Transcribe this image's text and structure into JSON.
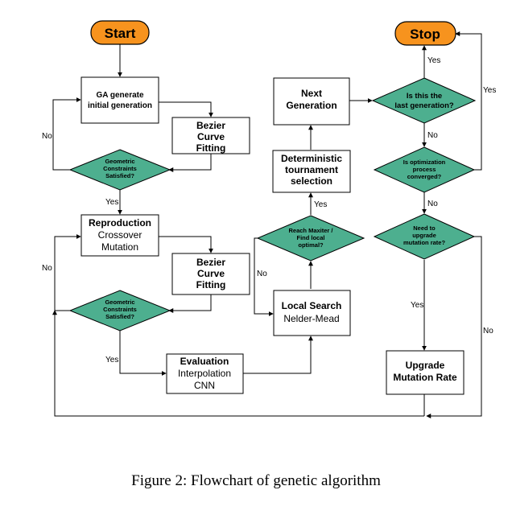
{
  "nodes": {
    "start": "Start",
    "stop": "Stop",
    "ga_generate": [
      "GA generate",
      "initial generation"
    ],
    "bezier_1": [
      "Bezier",
      "Curve",
      "Fitting"
    ],
    "geometric_1": [
      "Geometric",
      "Constraints",
      "Satisfied?"
    ],
    "reproduction": [
      "Reproduction",
      "Crossover",
      "Mutation"
    ],
    "bezier_2": [
      "Bezier",
      "Curve",
      "Fitting"
    ],
    "geometric_2": [
      "Geometric",
      "Constraints",
      "Satisfied?"
    ],
    "evaluation": [
      "Evaluation",
      "Interpolation",
      "CNN"
    ],
    "local_search": [
      "Local Search",
      "Nelder-Mead"
    ],
    "reach_maxiter": [
      "Reach Maxiter /",
      "Find local",
      "optimal?"
    ],
    "deterministic": [
      "Deterministic",
      "tournament",
      "selection"
    ],
    "next_generation": [
      "Next",
      "Generation"
    ],
    "last_generation": [
      "Is this the",
      "last generation?"
    ],
    "converged": [
      "Is optimization",
      "process",
      "converged?"
    ],
    "need_upgrade": [
      "Need to",
      "upgrade",
      "mutation rate?"
    ],
    "upgrade_rate": [
      "Upgrade",
      "Mutation Rate"
    ]
  },
  "edge_labels": {
    "no_geo1": "No",
    "yes_geo1": "Yes",
    "no_geo2": "No",
    "yes_geo2": "Yes",
    "no_reach": "No",
    "yes_reach": "Yes",
    "yes_last": "Yes",
    "no_last": "No",
    "yes_converged": "Yes",
    "no_converged": "No",
    "yes_need": "Yes",
    "no_need": "No"
  },
  "colors": {
    "terminal_fill": "#f7931e",
    "decision_fill": "#4daf8f",
    "line": "#000000"
  },
  "caption": "Figure 2: Flowchart of genetic algorithm"
}
